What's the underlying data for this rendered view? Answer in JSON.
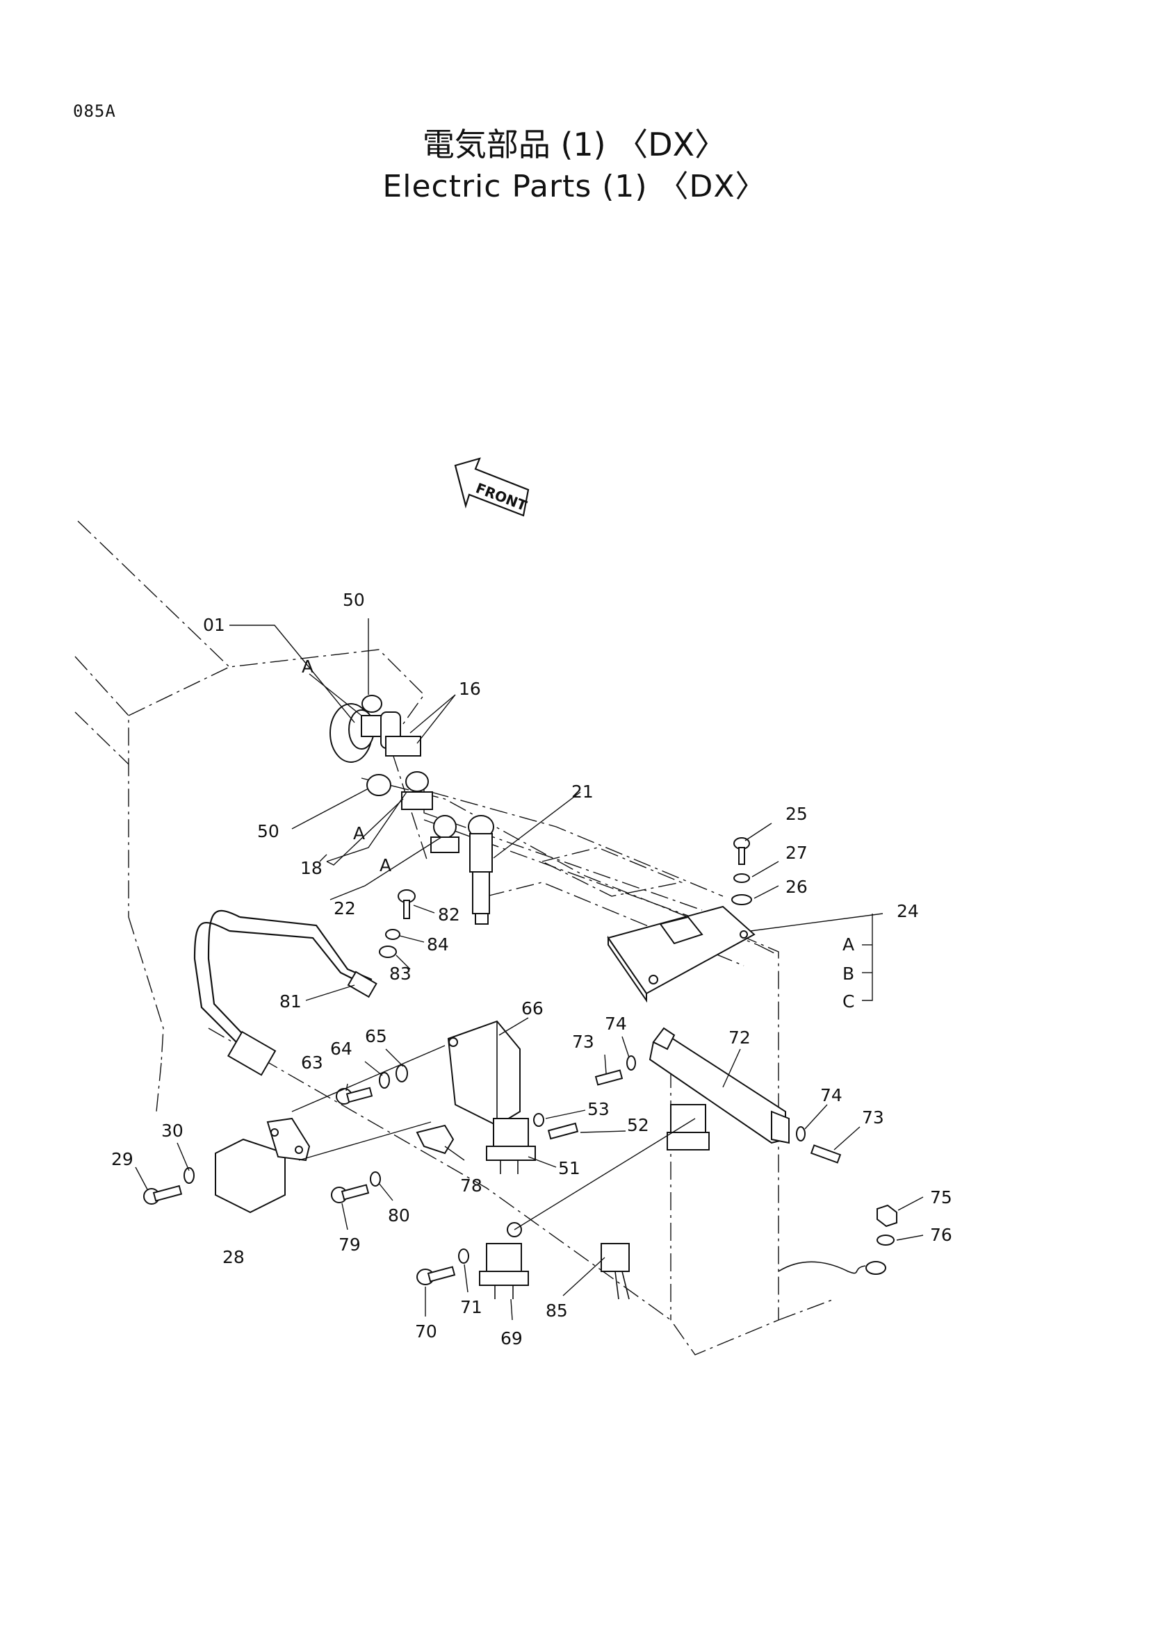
{
  "page_code": "085A",
  "title_jp": "電気部品 (1) 〈DX〉",
  "title_en": "Electric Parts (1) 〈DX〉",
  "front_label": "FRONT",
  "callouts": [
    {
      "id": "c01",
      "text": "01"
    },
    {
      "id": "c50a",
      "text": "50"
    },
    {
      "id": "cA1",
      "text": "A"
    },
    {
      "id": "c16",
      "text": "16"
    },
    {
      "id": "c50b",
      "text": "50"
    },
    {
      "id": "cA2",
      "text": "A"
    },
    {
      "id": "c18",
      "text": "18"
    },
    {
      "id": "cA3",
      "text": "A"
    },
    {
      "id": "c22",
      "text": "22"
    },
    {
      "id": "c21",
      "text": "21"
    },
    {
      "id": "c82",
      "text": "82"
    },
    {
      "id": "c84",
      "text": "84"
    },
    {
      "id": "c83",
      "text": "83"
    },
    {
      "id": "c81",
      "text": "81"
    },
    {
      "id": "c25",
      "text": "25"
    },
    {
      "id": "c27",
      "text": "27"
    },
    {
      "id": "c26",
      "text": "26"
    },
    {
      "id": "c24",
      "text": "24"
    },
    {
      "id": "cA4",
      "text": "A"
    },
    {
      "id": "cB",
      "text": "B"
    },
    {
      "id": "cC",
      "text": "C"
    },
    {
      "id": "c66",
      "text": "66"
    },
    {
      "id": "c65",
      "text": "65"
    },
    {
      "id": "c64",
      "text": "64"
    },
    {
      "id": "c63",
      "text": "63"
    },
    {
      "id": "c30",
      "text": "30"
    },
    {
      "id": "c29",
      "text": "29"
    },
    {
      "id": "c28",
      "text": "28"
    },
    {
      "id": "c74a",
      "text": "74"
    },
    {
      "id": "c73a",
      "text": "73"
    },
    {
      "id": "c72",
      "text": "72"
    },
    {
      "id": "c53",
      "text": "53"
    },
    {
      "id": "c52",
      "text": "52"
    },
    {
      "id": "c51",
      "text": "51"
    },
    {
      "id": "c78",
      "text": "78"
    },
    {
      "id": "c80",
      "text": "80"
    },
    {
      "id": "c79",
      "text": "79"
    },
    {
      "id": "c74b",
      "text": "74"
    },
    {
      "id": "c73b",
      "text": "73"
    },
    {
      "id": "c75",
      "text": "75"
    },
    {
      "id": "c76",
      "text": "76"
    },
    {
      "id": "c71",
      "text": "71"
    },
    {
      "id": "c70",
      "text": "70"
    },
    {
      "id": "c69",
      "text": "69"
    },
    {
      "id": "c85",
      "text": "85"
    }
  ]
}
